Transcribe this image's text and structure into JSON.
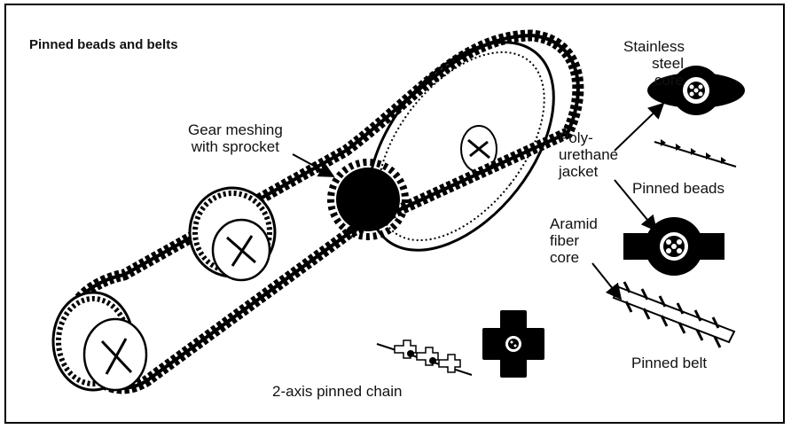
{
  "diagram": {
    "title": "Pinned beads and belts",
    "labels": {
      "gear_meshing": [
        "Gear meshing",
        "with sprocket"
      ],
      "stainless": [
        "Stainless",
        "steel",
        "core"
      ],
      "polyurethane": [
        "Poly-",
        "urethane",
        "jacket"
      ],
      "pinned_beads": "Pinned beads",
      "aramid": [
        "Aramid",
        "fiber",
        "core"
      ],
      "pinned_belt": "Pinned belt",
      "two_axis_chain": "2-axis pinned chain"
    }
  }
}
